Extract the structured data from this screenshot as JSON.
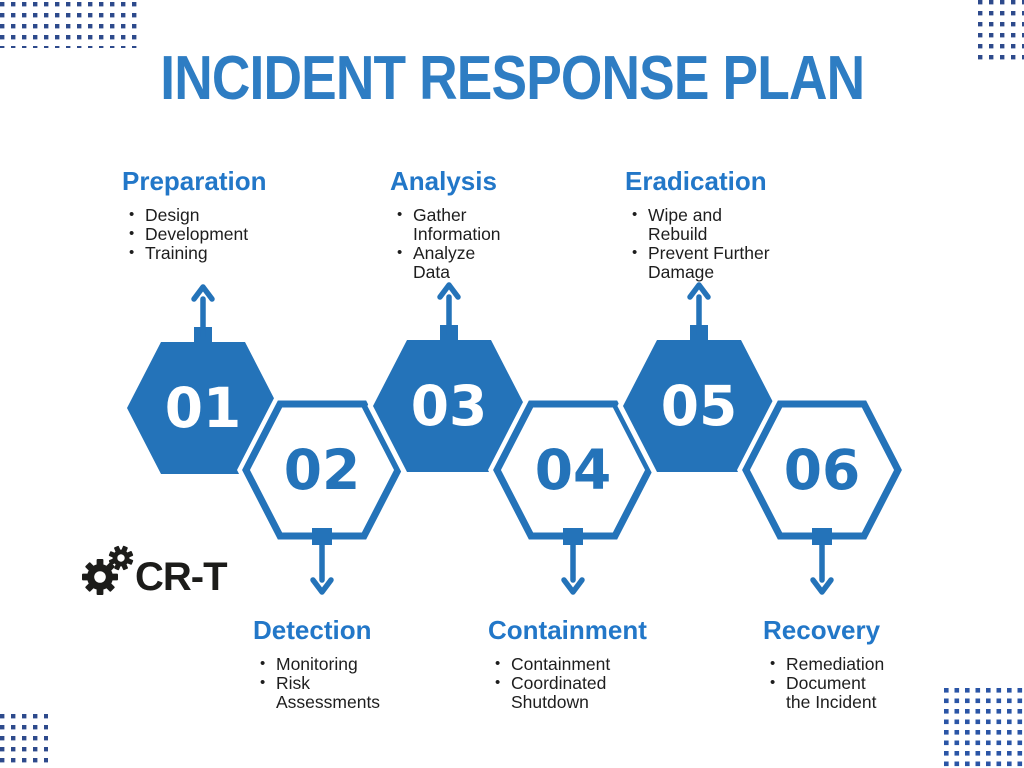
{
  "title": "INCIDENT RESPONSE PLAN",
  "logo": {
    "text": "CR-T"
  },
  "steps": [
    {
      "number": "01",
      "label": "Preparation",
      "items": [
        "Design",
        "Development",
        "Training"
      ]
    },
    {
      "number": "02",
      "label": "Detection",
      "items": [
        "Monitoring",
        "Risk Assessments"
      ]
    },
    {
      "number": "03",
      "label": "Analysis",
      "items": [
        "Gather Information",
        "Analyze Data"
      ]
    },
    {
      "number": "04",
      "label": "Containment",
      "items": [
        "Containment",
        "Coordinated Shutdown"
      ]
    },
    {
      "number": "05",
      "label": "Eradication",
      "items": [
        "Wipe and Rebuild",
        "Prevent Further Damage"
      ]
    },
    {
      "number": "06",
      "label": "Recovery",
      "items": [
        "Remediation",
        "Document the Incident"
      ]
    }
  ],
  "colors": {
    "primary": "#2473b9",
    "heading": "#2277c8",
    "title": "#2e7dc3",
    "text": "#1e1e1e",
    "logo": "#1c1c1a",
    "dots-navy": "#2d4a8c",
    "dots-blue": "#2a55a6"
  }
}
